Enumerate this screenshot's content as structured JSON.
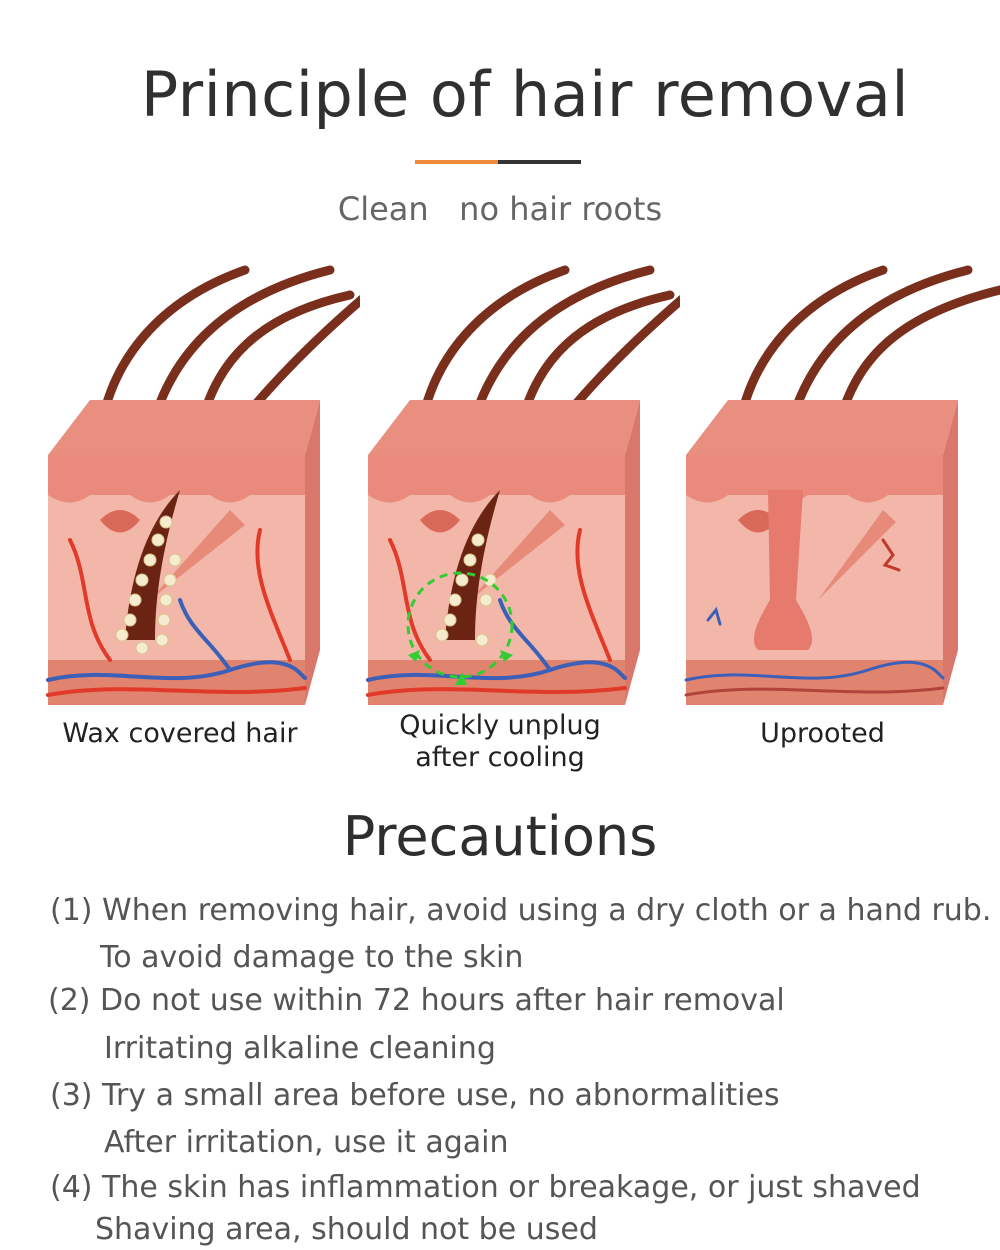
{
  "title": "Principle of hair removal",
  "subtitle": "Clean   no hair roots",
  "panels": [
    {
      "caption": "Wax covered hair"
    },
    {
      "caption_line1": "Quickly unplug",
      "caption_line2": "after cooling"
    },
    {
      "caption": "Uprooted"
    }
  ],
  "precautions": {
    "title": "Precautions",
    "lines": [
      "(1) When removing hair, avoid using a dry cloth or a hand rub.",
      "To avoid damage to the skin",
      "(2) Do not use within 72 hours after hair removal",
      "Irritating alkaline cleaning",
      "(3) Try a small area before use, no abnormalities",
      "After irritation, use it again",
      "(4) The skin has inflammation or breakage, or just shaved",
      "Shaving area, should not be used"
    ]
  },
  "colors": {
    "accent": "#f08a38",
    "skin_top": "#e98f80",
    "skin_body": "#f2b7a8",
    "hair": "#7a2e1c",
    "vessel_red": "#e23a2a",
    "vessel_blue": "#3c5fb8",
    "cooling_ring": "#33cc33"
  }
}
